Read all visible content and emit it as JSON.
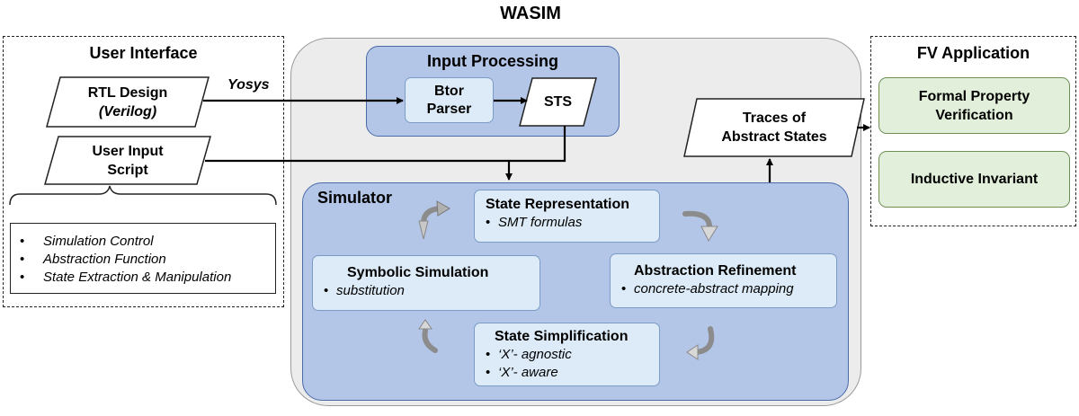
{
  "diagram": {
    "title": "WASIM",
    "user_interface": {
      "title": "User Interface",
      "rtl_design": {
        "title": "RTL Design",
        "subtitle": "(Verilog)"
      },
      "user_input_script": {
        "title": "User Input",
        "subtitle": "Script"
      },
      "features": [
        "Simulation Control",
        "Abstraction Function",
        "State Extraction & Manipulation"
      ]
    },
    "yosys_label": "Yosys",
    "input_processing": {
      "title": "Input Processing",
      "btor_parser": {
        "line1": "Btor",
        "line2": "Parser"
      },
      "sts": "STS"
    },
    "traces": {
      "line1": "Traces of",
      "line2": "Abstract States"
    },
    "simulator": {
      "title": "Simulator",
      "state_representation": {
        "title": "State Representation",
        "items": [
          "SMT formulas"
        ]
      },
      "symbolic_simulation": {
        "title": "Symbolic Simulation",
        "items": [
          "substitution"
        ]
      },
      "abstraction_refinement": {
        "title": "Abstraction Refinement",
        "items": [
          "concrete-abstract mapping"
        ]
      },
      "state_simplification": {
        "title": "State Simplification",
        "items": [
          "‘X’- agnostic",
          "‘X’- aware"
        ]
      }
    },
    "fv_application": {
      "title": "FV Application",
      "formal_property_verification": {
        "line1": "Formal Property",
        "line2": "Verification"
      },
      "inductive_invariant": "Inductive Invariant"
    },
    "colors": {
      "blue_box": "#b4c6e7",
      "light_box": "#dcebf7",
      "green_box": "#e2efda",
      "wasim_background": "#ececec"
    }
  }
}
